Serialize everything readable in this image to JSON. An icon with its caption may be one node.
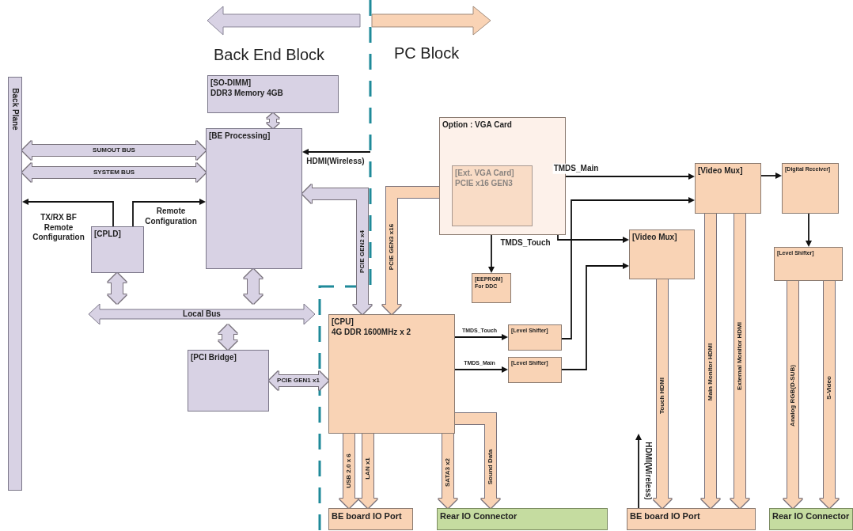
{
  "diagram": {
    "nodes": [
      {
        "text": [
          "Back Plane"
        ]
      },
      {
        "text": [
          "[SO-DIMM]",
          "DDR3 Memory 4GB"
        ]
      },
      {
        "text": [
          "[BE Processing]"
        ]
      },
      {
        "text": [
          "[CPLD]"
        ]
      },
      {
        "text": [
          "Local Bus"
        ]
      },
      {
        "text": [
          "[PCI Bridge]"
        ]
      },
      {
        "text": [
          "Option : VGA Card"
        ]
      },
      {
        "text": [
          "[Ext. VGA Card]",
          "PCIE x16 GEN3"
        ],
        "in": 6
      },
      {
        "text": [
          "[EEPROM]",
          "For DDC"
        ]
      },
      {
        "text": [
          "[Video Mux]"
        ]
      },
      {
        "text": [
          "[Digital Receiver]"
        ]
      },
      {
        "text": [
          "[Video Mux]"
        ]
      },
      {
        "text": [
          "[Level Shifter]"
        ]
      },
      {
        "text": [
          "[CPU]",
          "4G DDR 1600MHz x 2"
        ]
      },
      {
        "text": [
          "[Level Shifter]"
        ]
      },
      {
        "text": [
          "[Level Shifter]"
        ]
      },
      {
        "text": [
          "BE board IO Port"
        ]
      },
      {
        "text": [
          "Rear IO Connector"
        ]
      },
      {
        "text": [
          "BE board IO Port"
        ]
      },
      {
        "text": [
          "Rear IO Connector"
        ]
      }
    ],
    "edges": [
      {
        "from": 1,
        "to": 2,
        "arrow": "both",
        "color": "#d8d2e4"
      },
      {
        "from": 0,
        "to": 2,
        "arrow": "both",
        "label": "SUMOUT BUS",
        "color": "#d8d2e4"
      },
      {
        "from": 0,
        "to": 2,
        "arrow": "both",
        "label": "SYSTEM BUS",
        "color": "#d8d2e4"
      },
      {
        "from": 3,
        "to": 0,
        "arrow": "to",
        "label": "TX/RX BF Remote Configuration",
        "color": "#111111"
      },
      {
        "from": 3,
        "to": 2,
        "arrow": "to",
        "label": "Remote Configuration",
        "color": "#111111"
      },
      {
        "from": null,
        "to": 2,
        "arrow": "to",
        "label": "HDMI(Wireless)",
        "color": "#111111"
      },
      {
        "from": 13,
        "to": 2,
        "arrow": "both",
        "label": "PCIE GEN2 x4",
        "color": "#d8d2e4"
      },
      {
        "from": 13,
        "to": 7,
        "arrow": "both",
        "label": "PCIE GEN3 x16",
        "color": "#f9d3b5"
      },
      {
        "from": 3,
        "to": 4,
        "arrow": "both",
        "color": "#d8d2e4"
      },
      {
        "from": 2,
        "to": 4,
        "arrow": "both",
        "color": "#d8d2e4"
      },
      {
        "from": 4,
        "to": 5,
        "arrow": "both",
        "color": "#d8d2e4"
      },
      {
        "from": 5,
        "to": 13,
        "arrow": "both",
        "label": "PCIE GEN1 x1",
        "color": "#d8d2e4"
      },
      {
        "from": 7,
        "to": 9,
        "arrow": "to",
        "label": "TMDS_Main",
        "color": "#111111"
      },
      {
        "from": 7,
        "to": 11,
        "arrow": "to",
        "label": "TMDS_Touch",
        "color": "#111111"
      },
      {
        "from": 8,
        "to": 7,
        "arrow": "both",
        "color": "#111111"
      },
      {
        "from": 9,
        "to": 10,
        "arrow": "to",
        "color": "#111111"
      },
      {
        "from": 10,
        "to": 12,
        "arrow": "to",
        "color": "#111111"
      },
      {
        "from": 13,
        "to": 14,
        "arrow": "to",
        "label": "TMDS_Touch",
        "color": "#111111"
      },
      {
        "from": 13,
        "to": 15,
        "arrow": "to",
        "label": "TMDS_Main",
        "color": "#111111"
      },
      {
        "from": 14,
        "to": 9,
        "arrow": "to",
        "color": "#111111"
      },
      {
        "from": 15,
        "to": 11,
        "arrow": "to",
        "color": "#111111"
      },
      {
        "from": 11,
        "to": 18,
        "arrow": "to",
        "label": "Touch HDMI",
        "color": "#f9d3b5"
      },
      {
        "from": 9,
        "to": 18,
        "arrow": "to",
        "label": "Main Monitor HDMI",
        "color": "#f9d3b5"
      },
      {
        "from": 9,
        "to": 18,
        "arrow": "to",
        "label": "External Monitor HDMI",
        "color": "#f9d3b5"
      },
      {
        "from": 12,
        "to": 19,
        "arrow": "to",
        "label": "Analog RGB(D-SUB)",
        "color": "#f9d3b5"
      },
      {
        "from": 12,
        "to": 19,
        "arrow": "to",
        "label": "S-Video",
        "color": "#f9d3b5"
      },
      {
        "from": 13,
        "to": 16,
        "arrow": "to",
        "label": "USB 2.0 x 6",
        "color": "#f9d3b5"
      },
      {
        "from": 13,
        "to": 16,
        "arrow": "to",
        "label": "LAN x1",
        "color": "#f9d3b5"
      },
      {
        "from": 13,
        "to": 17,
        "arrow": "to",
        "label": "SATA3 x2",
        "color": "#f9d3b5"
      },
      {
        "from": 13,
        "to": 17,
        "arrow": "to",
        "label": "Sound Data",
        "color": "#f9d3b5"
      },
      {
        "from": 18,
        "to": null,
        "arrow": "to",
        "label": "HDMI(Wireless)",
        "color": "#111111"
      }
    ],
    "labels": [
      "Back End Block",
      "PC Block"
    ]
  }
}
